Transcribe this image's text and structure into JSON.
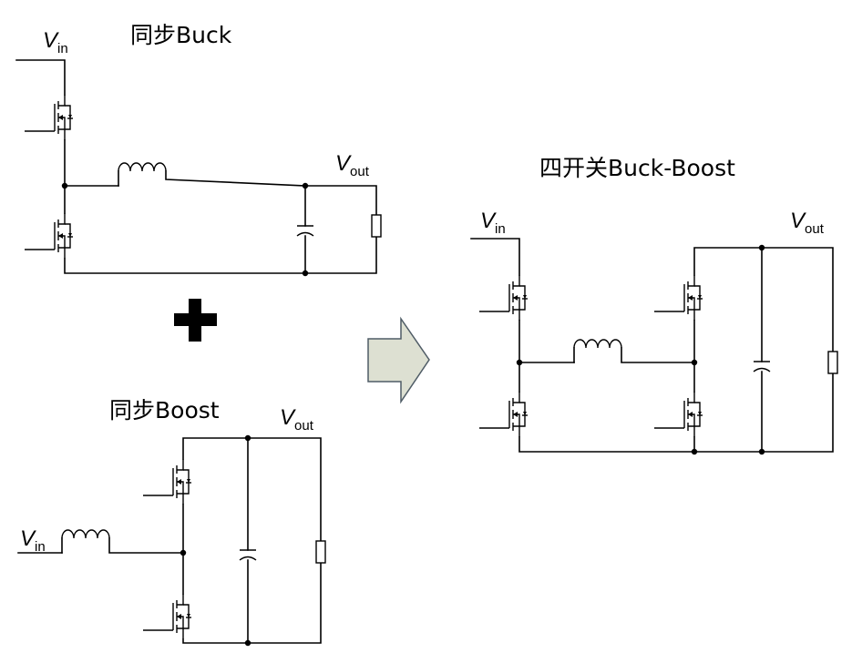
{
  "buck": {
    "title": "同步Buck",
    "vin": {
      "main": "V",
      "sub": "in"
    },
    "vout": {
      "main": "V",
      "sub": "out"
    }
  },
  "boost": {
    "title": "同步Boost",
    "vin": {
      "main": "V",
      "sub": "in"
    },
    "vout": {
      "main": "V",
      "sub": "out"
    }
  },
  "buckboost": {
    "title": "四开关Buck-Boost",
    "vin": {
      "main": "V",
      "sub": "in"
    },
    "vout": {
      "main": "V",
      "sub": "out"
    }
  },
  "colors": {
    "arrow_fill": "#dde0d2",
    "arrow_stroke": "#4f5c66",
    "plus": "#000000"
  }
}
